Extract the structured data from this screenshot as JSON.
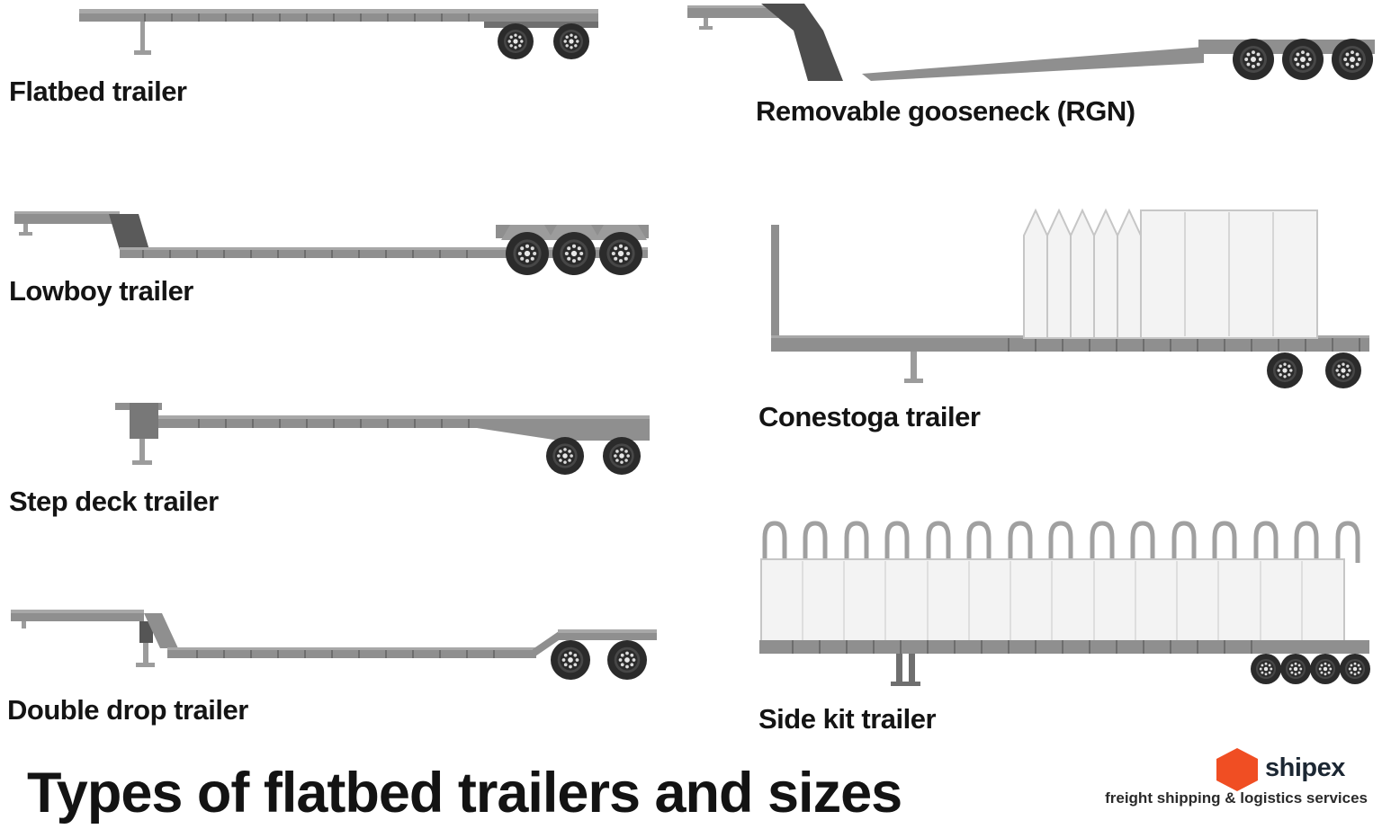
{
  "title": "Types of flatbed trailers and sizes",
  "trailers": [
    {
      "label": "Flatbed trailer"
    },
    {
      "label": "Lowboy trailer"
    },
    {
      "label": "Step deck trailer"
    },
    {
      "label": "Double drop trailer"
    },
    {
      "label": "Removable gooseneck (RGN)"
    },
    {
      "label": "Conestoga trailer"
    },
    {
      "label": "Side kit trailer"
    }
  ],
  "footer": {
    "caption": "Types of flatbed trailers and sizes",
    "brand_name": "shipex",
    "brand_tagline": "freight shipping & logistics services"
  },
  "colors": {
    "background": "#ffffff",
    "deck_gray": "#8f8f8f",
    "deck_highlight": "#a8a8a8",
    "dark_gray": "#4d4d4d",
    "tire_black": "#2b2b2b",
    "tarp_white": "#f3f3f3",
    "tarp_outline": "#c6c6c6",
    "accent_orange": "#f04e23",
    "text_black": "#141414"
  }
}
